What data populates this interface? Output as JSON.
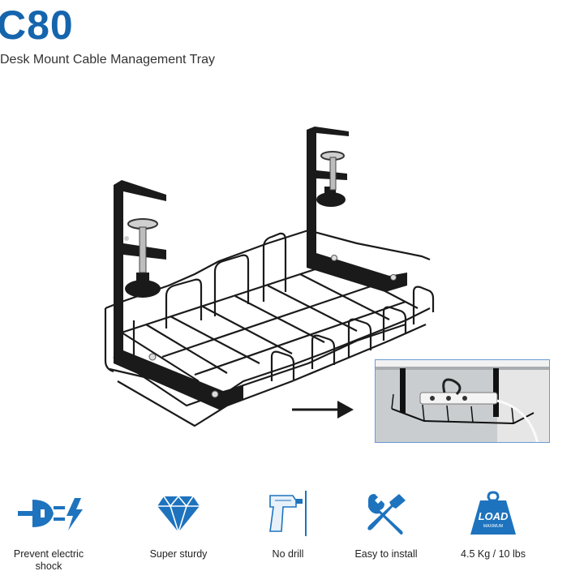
{
  "header": {
    "title": "C80",
    "subtitle": "Desk Mount Cable Management Tray"
  },
  "colors": {
    "brand_blue": "#1565ad",
    "icon_blue": "#1e73be",
    "metal": "#1a1a1a"
  },
  "features": [
    {
      "icon": "plug-shock-icon",
      "label": "Prevent electric shock"
    },
    {
      "icon": "diamond-icon",
      "label": "Super sturdy"
    },
    {
      "icon": "no-drill-icon",
      "label": "No drill"
    },
    {
      "icon": "tools-icon",
      "label": "Easy to install"
    },
    {
      "icon": "load-weight-icon",
      "label": "4.5 Kg / 10 lbs",
      "badge": "LOAD",
      "badge_sub": "MAXIMUM"
    }
  ]
}
